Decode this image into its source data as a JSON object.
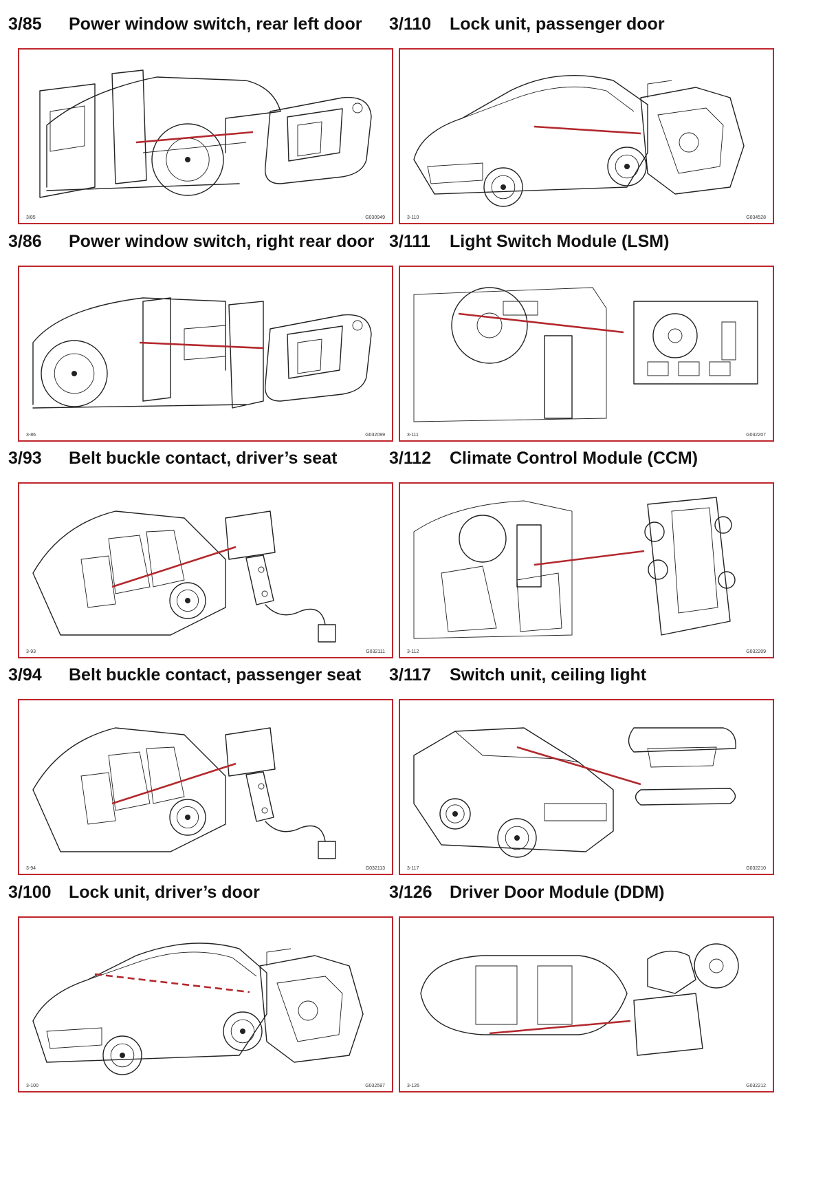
{
  "panels": [
    {
      "code": "3/85",
      "title": "Power window switch, rear left door",
      "fig_code": "3/85",
      "fig_id": "G030949",
      "scene": "door-open-left",
      "part": "switch"
    },
    {
      "code": "3/110",
      "title": "Lock unit, passenger door",
      "fig_code": "3-110",
      "fig_id": "G034528",
      "scene": "car-rear-left",
      "part": "lock"
    },
    {
      "code": "3/86",
      "title": "Power window switch, right rear door",
      "fig_code": "3-86",
      "fig_id": "G032099",
      "scene": "door-open-right",
      "part": "switch"
    },
    {
      "code": "3/111",
      "title": "Light Switch Module (LSM)",
      "fig_code": "3-111",
      "fig_id": "G032207",
      "scene": "dashboard",
      "part": "lsm"
    },
    {
      "code": "3/93",
      "title": "Belt buckle contact, driver’s seat",
      "fig_code": "3-93",
      "fig_id": "G032111",
      "scene": "seats",
      "part": "buckle"
    },
    {
      "code": "3/112",
      "title": "Climate Control Module (CCM)",
      "fig_code": "3-112",
      "fig_id": "G032209",
      "scene": "interior",
      "part": "ccm"
    },
    {
      "code": "3/94",
      "title": "Belt buckle contact, passenger seat",
      "fig_code": "3-94",
      "fig_id": "G032113",
      "scene": "seats",
      "part": "buckle"
    },
    {
      "code": "3/117",
      "title": "Switch unit, ceiling light",
      "fig_code": "3-117",
      "fig_id": "G032210",
      "scene": "car-front",
      "part": "ceiling"
    },
    {
      "code": "3/100",
      "title": "Lock unit, driver’s door",
      "fig_code": "3-100",
      "fig_id": "G032597",
      "scene": "car-rear-right",
      "part": "lock"
    },
    {
      "code": "3/126",
      "title": "Driver Door Module (DDM)",
      "fig_code": "3-126",
      "fig_id": "G032212",
      "scene": "car-top",
      "part": "ddm"
    }
  ],
  "colors": {
    "frame": "#c0262d",
    "pointer": "#b3282d",
    "line": "#222222"
  }
}
